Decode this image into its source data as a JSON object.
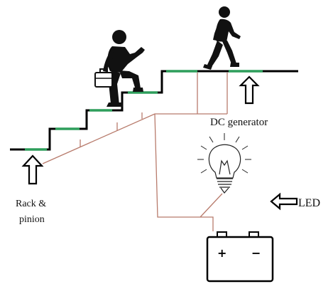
{
  "labels": {
    "rack_line1": "Rack &",
    "rack_line2": "pinion",
    "dc_generator": "DC generator",
    "led": "LED"
  },
  "battery": {
    "plus": "+",
    "minus": "−"
  },
  "colors": {
    "stair": "#000000",
    "tread": "#2e9e5b",
    "wire": "#b87b6c",
    "figure": "#111111"
  },
  "icons": [
    "up-arrow-icon",
    "left-arrow-icon",
    "light-bulb-icon",
    "battery-icon",
    "climbing-person-icon",
    "walking-person-icon",
    "briefcase-icon"
  ]
}
